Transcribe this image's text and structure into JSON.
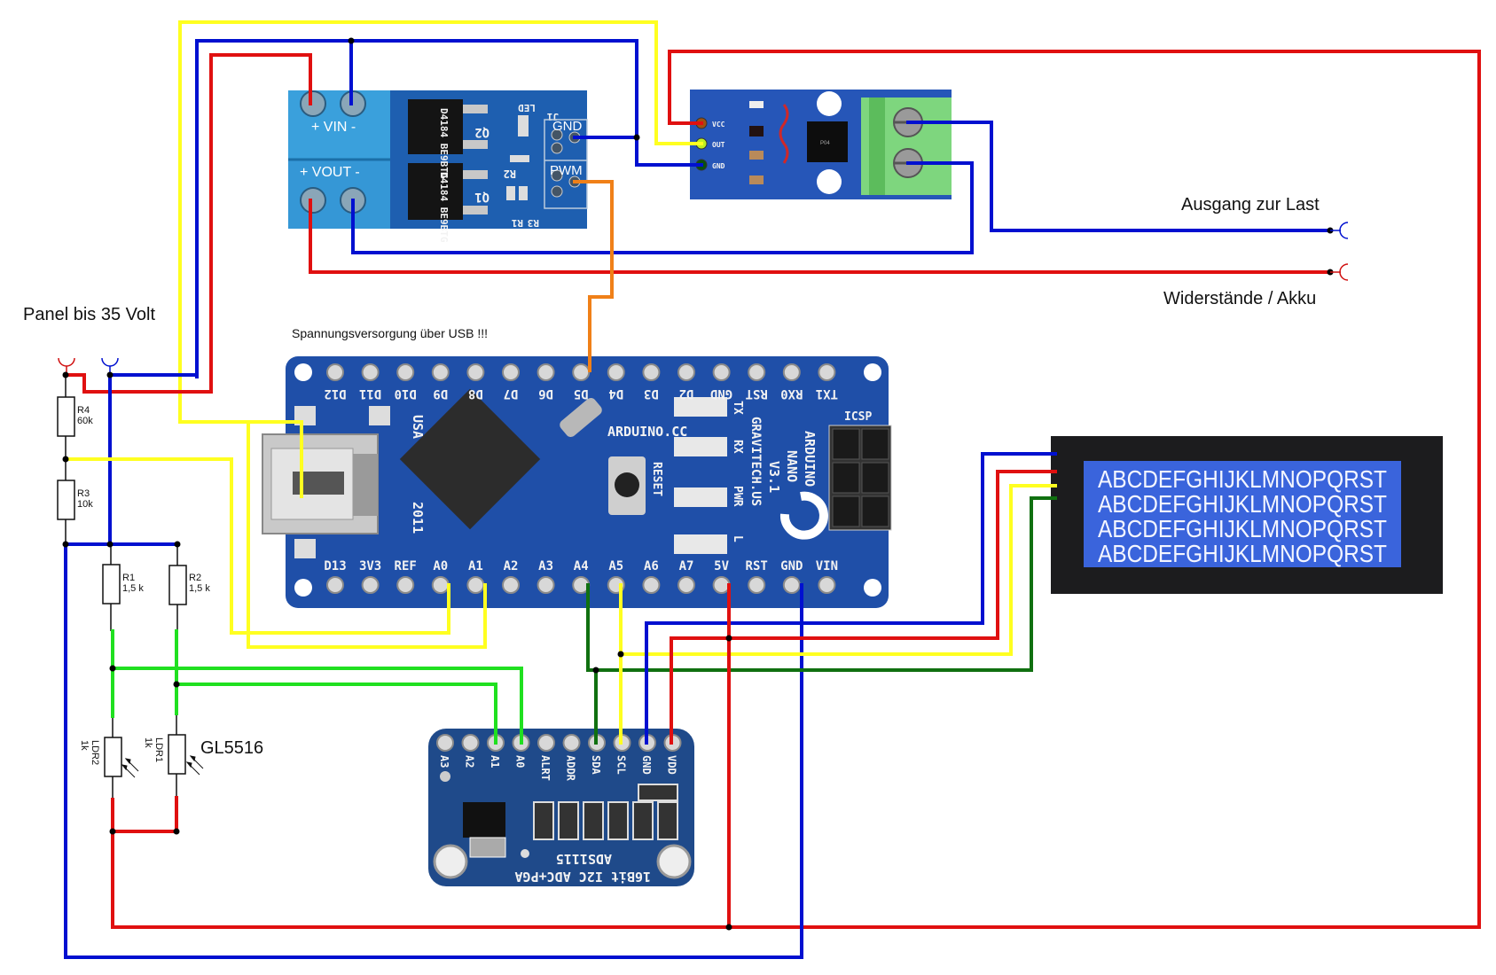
{
  "title": "Solar MPPT / load controller wiring diagram",
  "labels": {
    "panel": "Panel bis 35 Volt",
    "usb_power": "Spannungsversorgung über USB !!!",
    "load_output": "Ausgang zur Last",
    "resistors_battery": "Widerstände / Akku",
    "ldr_type": "GL5516"
  },
  "colors": {
    "red": "#e01010",
    "blue": "#0010d0",
    "yellow": "#ffff20",
    "green": "#20e020",
    "dark_green": "#107010",
    "orange": "#f08018",
    "pcb_blue": "#1d4fa8",
    "terminal_blue": "#2a8fd0",
    "lcd_blue": "#3560d8"
  },
  "mosfet_module": {
    "vin_label": "+ VIN -",
    "vout_label": "+ VOUT -",
    "pins": [
      "GND",
      "PWM"
    ],
    "silkscreen": [
      "Q2",
      "Q1",
      "R2",
      "R3",
      "R1",
      "LED",
      "J1"
    ],
    "chips": [
      "D4184 BE9BTG",
      "D4184 BE9BTG"
    ]
  },
  "current_sensor": {
    "pins": [
      "VCC",
      "OUT",
      "GND"
    ],
    "chip": "P04"
  },
  "arduino": {
    "top_pins": [
      "D12",
      "D11",
      "D10",
      "D9",
      "D8",
      "D7",
      "D6",
      "D5",
      "D4",
      "D3",
      "D2",
      "GND",
      "RST",
      "RX0",
      "TX1"
    ],
    "bottom_pins": [
      "D13",
      "3V3",
      "REF",
      "A0",
      "A1",
      "A2",
      "A3",
      "A4",
      "A5",
      "A6",
      "A7",
      "5V",
      "RST",
      "GND",
      "VIN"
    ],
    "board_lines": [
      "ARDUINO",
      "NANO",
      "V3.1"
    ],
    "maker": "GRAVITECH.US",
    "site": "ARDUINO.CC",
    "made_in": "USA",
    "year": "2011",
    "icsp": "ICSP",
    "leds": [
      "TX",
      "RX",
      "PWR",
      "L"
    ],
    "reset": "RESET"
  },
  "adc_module": {
    "pins": [
      "A3",
      "A2",
      "A1",
      "A0",
      "ALRT",
      "ADDR",
      "SDA",
      "SCL",
      "GND",
      "VDD"
    ],
    "name": "ADS1115",
    "desc": "16Bit I2C ADC+PGA"
  },
  "lcd": {
    "lines": [
      "ABCDEFGHIJKLMNOPQRST",
      "ABCDEFGHIJKLMNOPQRST",
      "ABCDEFGHIJKLMNOPQRST",
      "ABCDEFGHIJKLMNOPQRST"
    ]
  },
  "resistors": [
    {
      "name": "R4",
      "value": "60k"
    },
    {
      "name": "R3",
      "value": "10k"
    },
    {
      "name": "R1",
      "value": "1,5 k"
    },
    {
      "name": "R2",
      "value": "1,5 k"
    }
  ],
  "ldrs": [
    {
      "name": "LDR2",
      "value": "1k"
    },
    {
      "name": "LDR1",
      "value": "1k"
    }
  ]
}
